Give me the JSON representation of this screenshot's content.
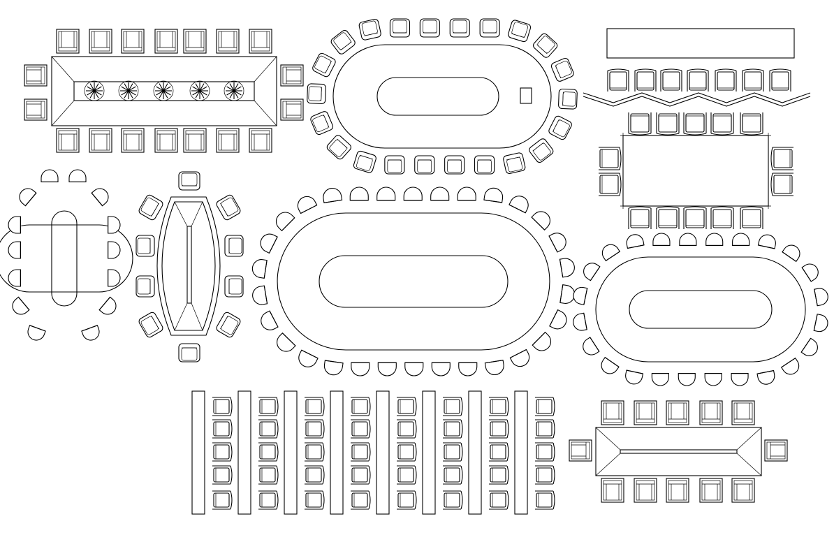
{
  "drawing": {
    "background": "#ffffff",
    "line_color": "#000000",
    "layouts": [
      {
        "name": "rectangular-boardroom-table-with-planters",
        "chairs": 18,
        "planters": 5
      },
      {
        "name": "racetrack-oval-conference-table",
        "chairs": 22
      },
      {
        "name": "chevron-seating-row",
        "chairs": 7
      },
      {
        "name": "square-meeting-table",
        "chairs": 14
      },
      {
        "name": "small-oval-table",
        "chairs": 14
      },
      {
        "name": "boat-shaped-table",
        "chairs": 10
      },
      {
        "name": "large-racetrack-table",
        "chairs": 30
      },
      {
        "name": "medium-racetrack-table",
        "chairs": 24
      },
      {
        "name": "classroom-rows",
        "desks": 8,
        "chairs": 40
      },
      {
        "name": "small-rectangular-table",
        "chairs": 12
      }
    ]
  }
}
